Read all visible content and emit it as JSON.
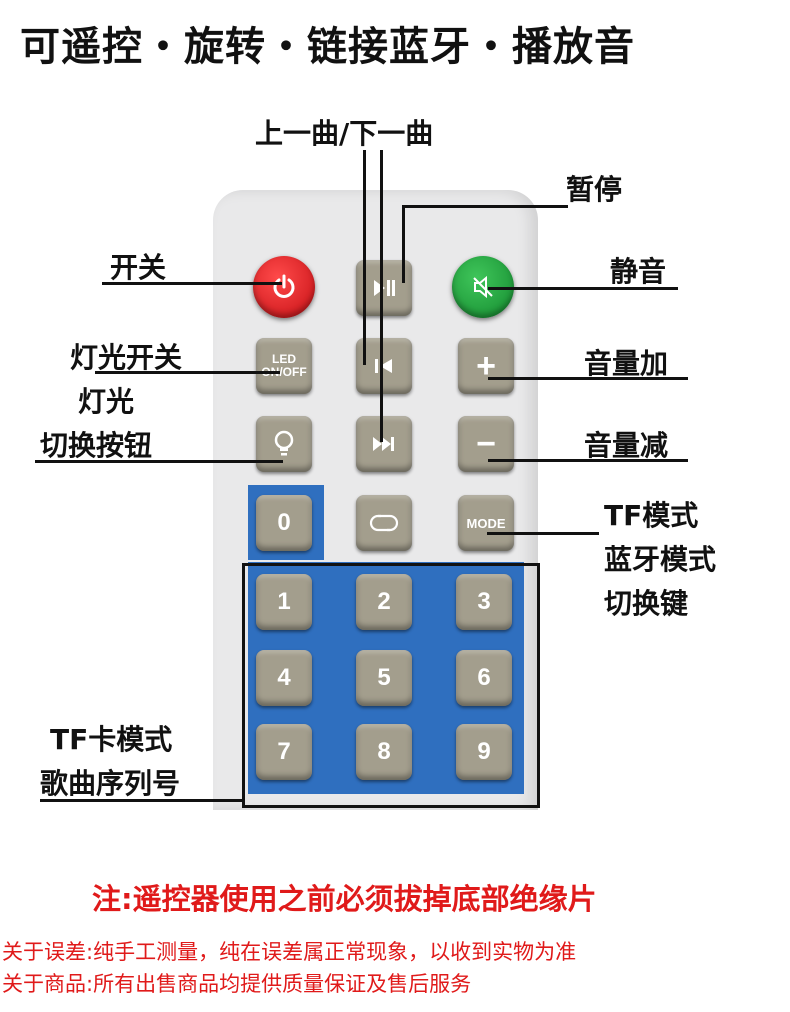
{
  "title": "可遥控・旋转・链接蓝牙・播放音",
  "labels": {
    "prev_next": "上一曲/下一曲",
    "pause": "暂停",
    "power": "开关",
    "mute": "静音",
    "light_switch": "灯光开关",
    "light_toggle_1": "灯光",
    "light_toggle_2": "切换按钮",
    "vol_up": "音量加",
    "vol_down": "音量减",
    "mode_1": "TF模式",
    "mode_2": "蓝牙模式",
    "mode_3": "切换键",
    "tf_1": "TF卡模式",
    "tf_2": "歌曲序列号"
  },
  "buttons": {
    "led_line1": "LED",
    "led_line2": "ON/OFF",
    "mode": "MODE",
    "plus": "+",
    "minus": "−",
    "digits": [
      "0",
      "1",
      "2",
      "3",
      "4",
      "5",
      "6",
      "7",
      "8",
      "9"
    ]
  },
  "notes": {
    "main": "注:遥控器使用之前必须拔掉底部绝缘片",
    "error": "关于误差:纯手工测量，纯在误差属正常现象，以收到实物为准",
    "product": "关于商品:所有出售商品均提供质量保证及售后服务"
  },
  "colors": {
    "power": "#d8161b",
    "mute": "#1f9a3b",
    "panel_blue": "#2f6fbf",
    "button": "#a39e8d",
    "note_red": "#e01a1a"
  }
}
